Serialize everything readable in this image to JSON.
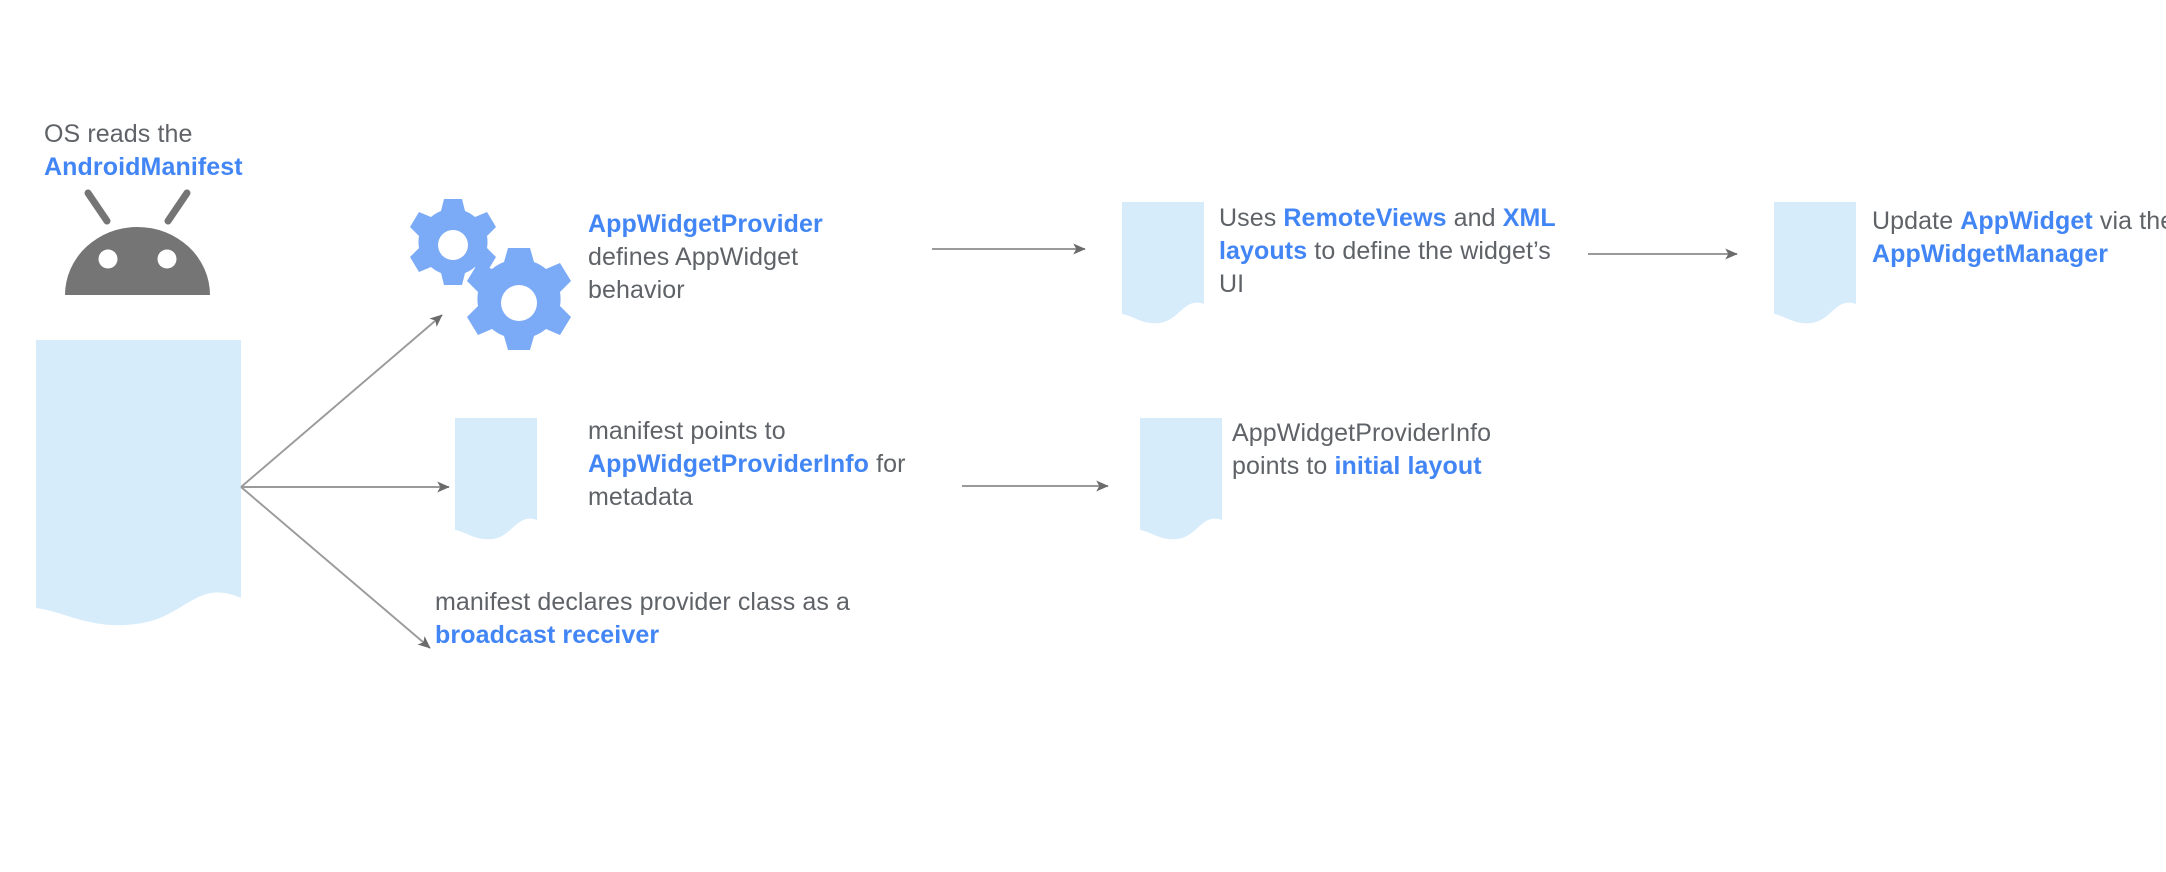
{
  "diagram": {
    "title_caption": {
      "line1": "OS reads the ",
      "keyword": "AndroidManifest"
    },
    "colors": {
      "accent_blue": "#4285f4",
      "doc_fill": "#d7ecfb",
      "robot_gray": "#757575",
      "text_gray": "#5f6368",
      "arrow_gray": "#8a8a8a",
      "gear_blue": "#7baaf7"
    },
    "nodes": [
      {
        "id": "appwidgetprovider",
        "icon": "gears-icon",
        "segments": [
          {
            "text": "AppWidgetProvider",
            "emphasis": true
          },
          {
            "text": " defines AppWidget behavior",
            "emphasis": false
          }
        ]
      },
      {
        "id": "remoteviews",
        "icon": "document-icon",
        "segments": [
          {
            "text": "Uses ",
            "emphasis": false
          },
          {
            "text": "RemoteViews",
            "emphasis": true
          },
          {
            "text": " and ",
            "emphasis": false
          },
          {
            "text": "XML layouts",
            "emphasis": true
          },
          {
            "text": " to define the widget’s UI",
            "emphasis": false
          }
        ]
      },
      {
        "id": "update-appwidget",
        "icon": "document-icon",
        "segments": [
          {
            "text": "Update ",
            "emphasis": false
          },
          {
            "text": "AppWidget",
            "emphasis": true
          },
          {
            "text": " via the ",
            "emphasis": false
          },
          {
            "text": "AppWidgetManager",
            "emphasis": true
          }
        ]
      },
      {
        "id": "manifest-points-to-info",
        "icon": "document-icon",
        "segments": [
          {
            "text": "manifest points to ",
            "emphasis": false
          },
          {
            "text": "AppWidgetProviderInfo",
            "emphasis": true
          },
          {
            "text": " for metadata",
            "emphasis": false
          }
        ]
      },
      {
        "id": "providerinfo-initial-layout",
        "icon": "document-icon",
        "segments": [
          {
            "text": "AppWidgetProviderInfo points to ",
            "emphasis": false
          },
          {
            "text": "initial layout",
            "emphasis": true
          }
        ]
      },
      {
        "id": "broadcast-receiver",
        "icon": null,
        "segments": [
          {
            "text": "manifest declares provider class as a ",
            "emphasis": false
          },
          {
            "text": "broadcast receiver",
            "emphasis": true
          }
        ]
      }
    ],
    "icons": {
      "android_robot": "android-robot-icon",
      "manifest_document": "manifest-document-icon",
      "gears": "gears-icon",
      "document": "document-icon",
      "arrow": "arrow-icon"
    },
    "arrows": [
      {
        "id": "manifest-to-provider",
        "from": "manifest-document",
        "to": "gears-icon"
      },
      {
        "id": "manifest-to-info",
        "from": "manifest-document",
        "to": "doc-info"
      },
      {
        "id": "manifest-to-broadcast",
        "from": "manifest-document",
        "to": "broadcast-receiver"
      },
      {
        "id": "provider-to-remoteviews",
        "from": "appwidgetprovider",
        "to": "remoteviews"
      },
      {
        "id": "remoteviews-to-update",
        "from": "remoteviews",
        "to": "update-appwidget"
      },
      {
        "id": "info-to-providerinfo",
        "from": "manifest-points-to-info",
        "to": "providerinfo-initial-layout"
      }
    ]
  }
}
